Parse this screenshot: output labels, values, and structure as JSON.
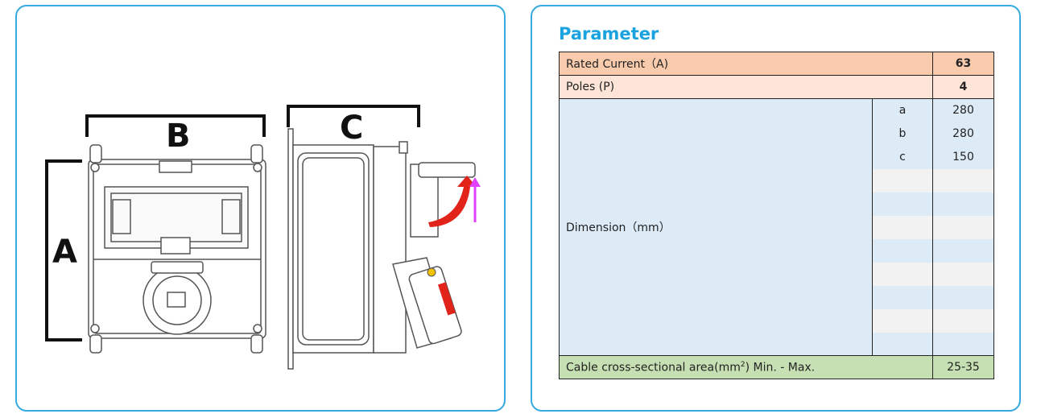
{
  "drawing": {
    "labels": {
      "a": "A",
      "b": "B",
      "c": "C"
    }
  },
  "parameter": {
    "title": "Parameter",
    "rated_current": {
      "label": "Rated Current（A)",
      "value": "63"
    },
    "poles": {
      "label": "Poles (P)",
      "value": "4"
    },
    "dimension": {
      "label": "Dimension（mm）",
      "rows": [
        {
          "sub": "a",
          "value": "280"
        },
        {
          "sub": "b",
          "value": "280"
        },
        {
          "sub": "c",
          "value": "150"
        }
      ]
    },
    "cable": {
      "label_prefix": "Cable cross-sectional area(mm",
      "label_sup": "2",
      "label_suffix": ") Min. - Max.",
      "value": "25-35"
    }
  }
}
